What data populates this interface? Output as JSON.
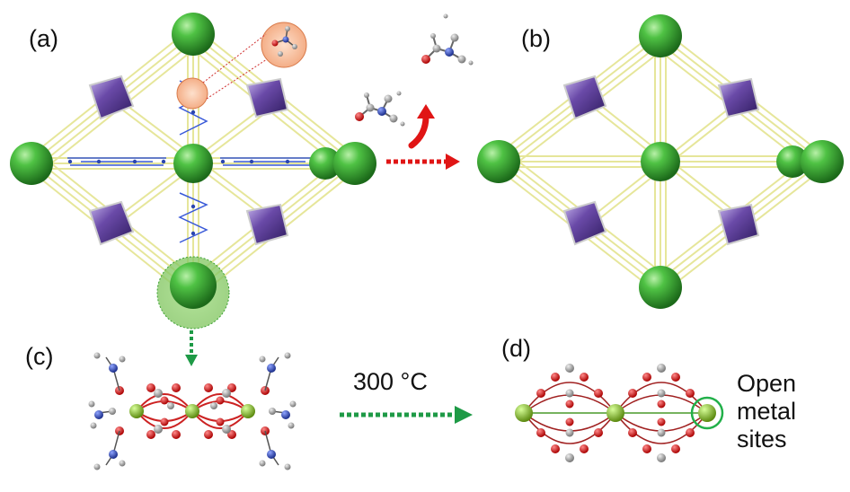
{
  "panels": {
    "a": {
      "label": "(a)"
    },
    "b": {
      "label": "(b)"
    },
    "c": {
      "label": "(c)"
    },
    "d": {
      "label": "(d)"
    }
  },
  "annotations": {
    "temperature": "300 °C",
    "open_sites": [
      "Open",
      "metal",
      "sites"
    ]
  },
  "colors": {
    "metal_node": "#2e9a2a",
    "cluster": "#5b3e96",
    "linker": "#e6e69a",
    "oxygen": "#cc2222",
    "carbon": "#9a9a9a",
    "nitrogen": "#2a45b0",
    "arrow_removal": "#e01515",
    "arrow_heat": "#1e9a46",
    "highlight_ring": "#22b04a"
  }
}
